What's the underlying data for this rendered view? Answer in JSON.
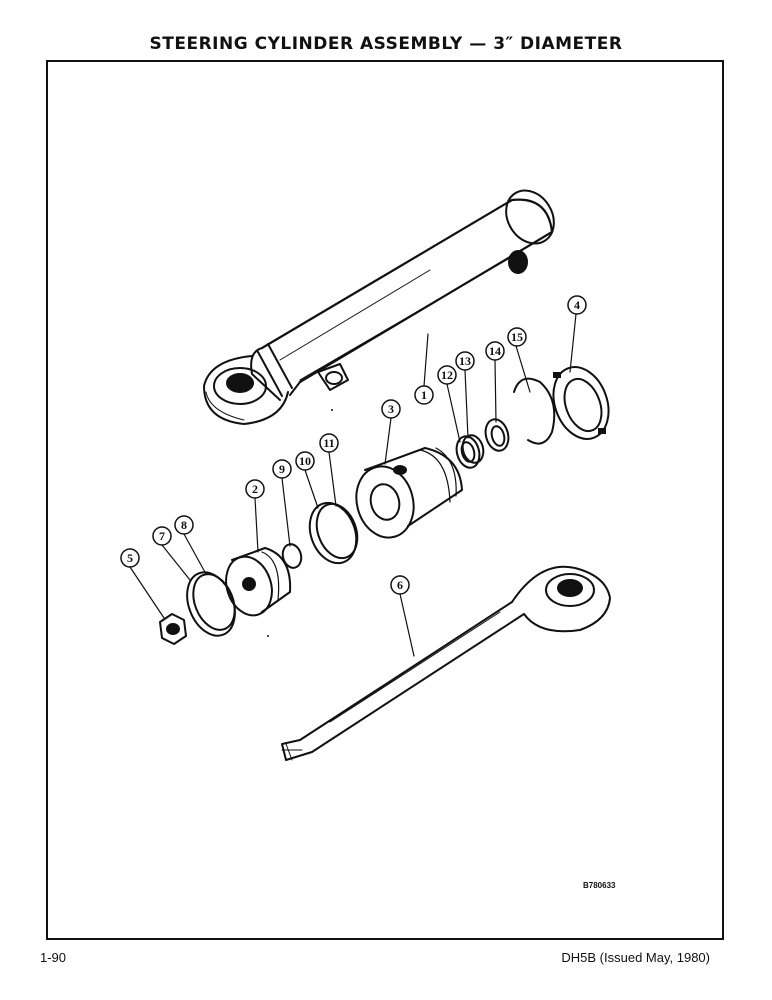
{
  "title": "STEERING CYLINDER ASSEMBLY — 3″ DIAMETER",
  "figure_code": "B780633",
  "footer": {
    "page": "1-90",
    "doc": "DH5B (Issued May, 1980)"
  },
  "callouts": [
    "1",
    "2",
    "3",
    "4",
    "5",
    "6",
    "7",
    "8",
    "9",
    "10",
    "11",
    "12",
    "13",
    "14",
    "15"
  ]
}
